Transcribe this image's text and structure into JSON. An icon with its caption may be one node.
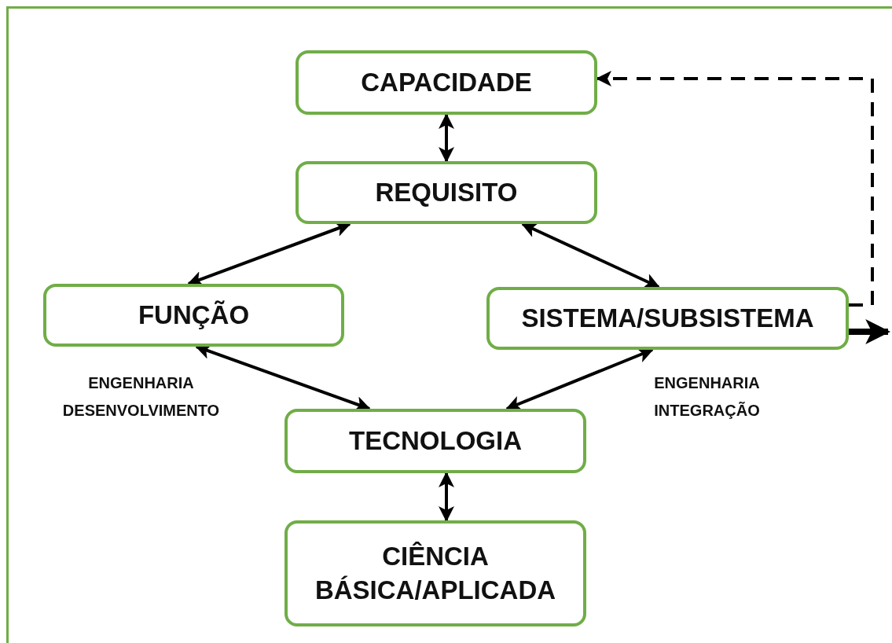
{
  "diagram": {
    "nodes": [
      {
        "text": [
          "CAPACIDADE"
        ]
      },
      {
        "text": [
          "REQUISITO"
        ]
      },
      {
        "text": [
          "FUNÇÃO"
        ]
      },
      {
        "text": [
          "SISTEMA/SUBSISTEMA"
        ]
      },
      {
        "text": [
          "TECNOLOGIA"
        ]
      },
      {
        "text": [
          "CIÊNCIA BÁSICA/APLICADA"
        ]
      }
    ],
    "edges": [
      {
        "from": 0,
        "to": 1,
        "arrow": "both"
      },
      {
        "from": 1,
        "to": 2,
        "arrow": "both"
      },
      {
        "from": 1,
        "to": 3,
        "arrow": "both"
      },
      {
        "from": 2,
        "to": 4,
        "arrow": "both"
      },
      {
        "from": 3,
        "to": 4,
        "arrow": "both"
      },
      {
        "from": 4,
        "to": 5,
        "arrow": "both"
      },
      {
        "from": 3,
        "to": 0,
        "arrow": "to",
        "style": "dashed"
      },
      {
        "from": 3,
        "to": null,
        "arrow": "to",
        "style": "thick"
      }
    ],
    "labels": [
      "ENGENHARIA DESENVOLVIMENTO",
      "ENGENHARIA INTEGRAÇÃO"
    ]
  }
}
